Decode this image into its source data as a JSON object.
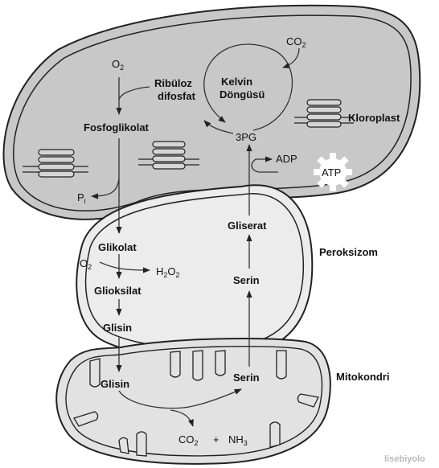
{
  "organelles": {
    "chloroplast": "Kloroplast",
    "peroxisome": "Peroksizom",
    "mitochondrion": "Mitokondri"
  },
  "metabolites": {
    "o2_top": "O",
    "o2_top_sub": "2",
    "ribulose_line1": "Ribüloz",
    "ribulose_line2": "difosfat",
    "calvin_line1": "Kelvin",
    "calvin_line2": "Döngüsü",
    "co2_top": "CO",
    "co2_top_sub": "2",
    "phosphoglycolate": "Fosfoglikolat",
    "pgA": "3PG",
    "adp": "ADP",
    "atp": "ATP",
    "pi": "P",
    "pi_sub": "i",
    "glycolate": "Glikolat",
    "o2_mid": "O",
    "o2_mid_sub": "2",
    "h2o2_a": "H",
    "h2o2_sub1": "2",
    "h2o2_b": "O",
    "h2o2_sub2": "2",
    "glyoxylate": "Glioksilat",
    "glycine_perox": "Glisin",
    "glycerate": "Gliserat",
    "serine_perox": "Serin",
    "glycine_mito": "Glisin",
    "serine_mito": "Serin",
    "co2_bottom": "CO",
    "co2_bottom_sub": "2",
    "plus": "+",
    "nh3": "NH",
    "nh3_sub": "3"
  },
  "watermark": "lisebiyolo",
  "colors": {
    "chloroplast_fill": "#c8c8c8",
    "organelle_fill": "#e6e6e6",
    "peroxisome_fill": "#ececec",
    "stroke": "#222222"
  }
}
